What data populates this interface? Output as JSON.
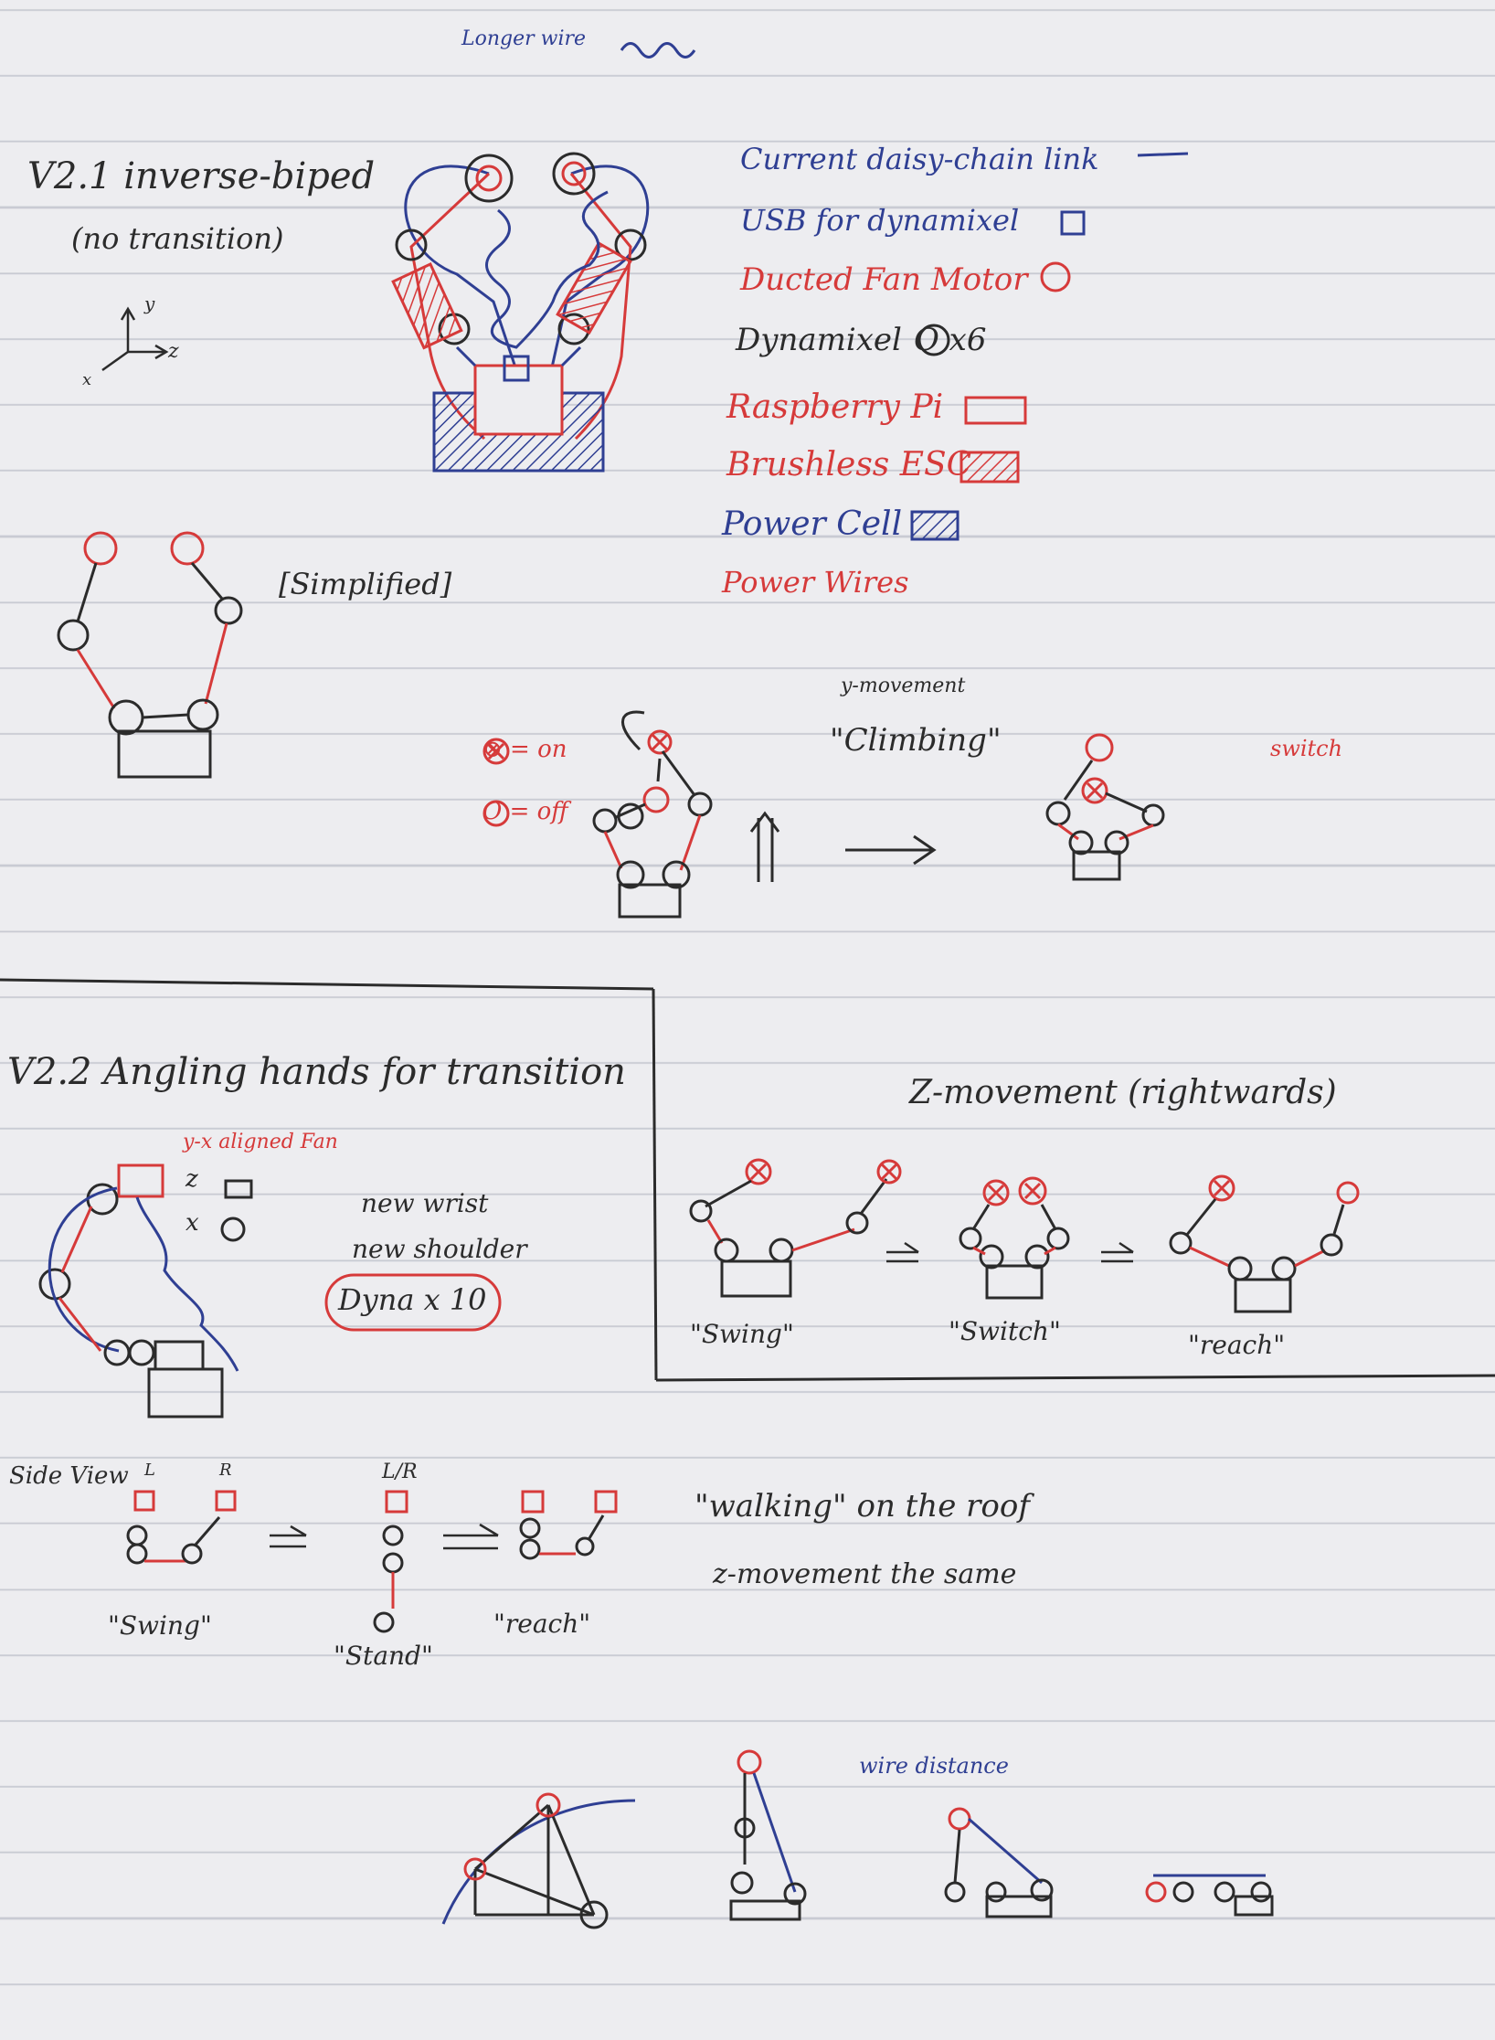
{
  "top_note": "Longer wire",
  "v21": {
    "title": "V2.1 inverse-biped",
    "subtitle": "(no transition)",
    "axis_y": "y",
    "axis_z": "z",
    "axis_x": "x",
    "simplified": "[Simplified]"
  },
  "legend": {
    "items": [
      {
        "label": "Current daisy-chain link",
        "symbol": "—"
      },
      {
        "label": "USB for dynamixel",
        "symbol": "□"
      },
      {
        "label": "Ducted Fan Motor",
        "symbol": "O"
      },
      {
        "label": "Dynamixel",
        "symbol": "O x6"
      },
      {
        "label": "Raspberry Pi",
        "symbol": "▭"
      },
      {
        "label": "Brushless ESC",
        "symbol": "▨"
      },
      {
        "label": "Power Cell",
        "symbol": "▨"
      },
      {
        "label": "Power Wires",
        "symbol": ""
      }
    ]
  },
  "climb": {
    "on_label": "⊗ = on",
    "off_label": "O = off",
    "y_movement": "y-movement",
    "climbing": "\"Climbing\"",
    "switch": "switch"
  },
  "v22": {
    "title": "V2.2 Angling hands for transition",
    "yx_fan": "y-x aligned Fan",
    "z_label": "z",
    "x_label": "x",
    "new_wrist": "new wrist",
    "new_shoulder": "new shoulder",
    "dyna": "Dyna x 10"
  },
  "zmove": {
    "title": "Z-movement (rightwards)",
    "swing": "\"Swing\"",
    "switch": "\"Switch\"",
    "reach": "\"reach\""
  },
  "side": {
    "label": "Side View",
    "L": "L",
    "R": "R",
    "LR": "L/R",
    "swing": "\"Swing\"",
    "stand": "\"Stand\"",
    "reach": "\"reach\"",
    "walking": "\"walking\" on the roof",
    "zsame": "z-movement the same"
  },
  "bottom": {
    "wire_distance": "wire distance"
  }
}
